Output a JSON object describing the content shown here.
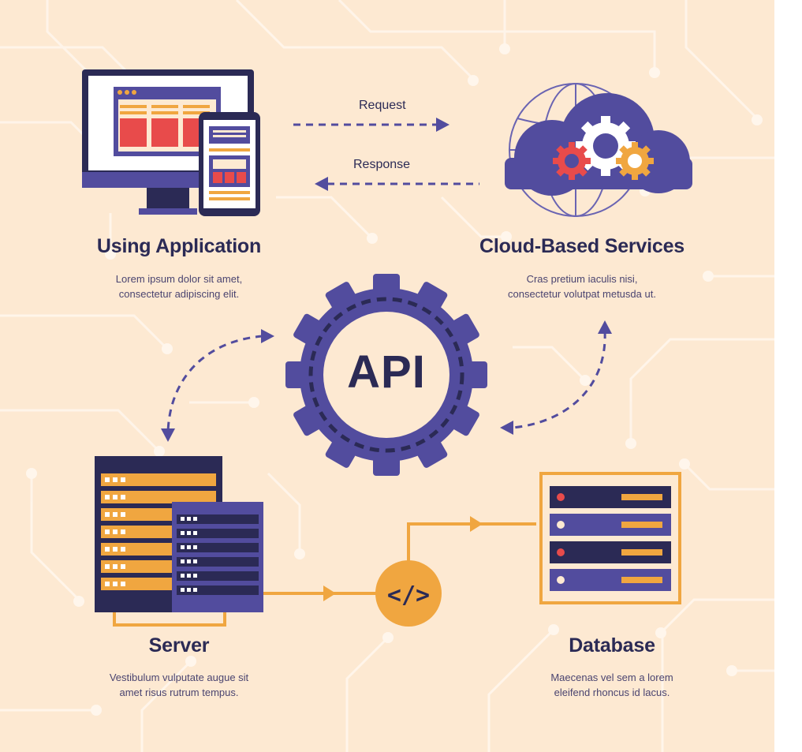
{
  "arrows": {
    "request": "Request",
    "response": "Response"
  },
  "center": {
    "label": "API",
    "code_symbol": "</>"
  },
  "nodes": {
    "app": {
      "title": "Using Application",
      "desc1": "Lorem ipsum dolor sit amet,",
      "desc2": "consectetur adipiscing elit."
    },
    "cloud": {
      "title": "Cloud-Based Services",
      "desc1": "Cras pretium iaculis nisi,",
      "desc2": "consectetur volutpat metusda ut."
    },
    "server": {
      "title": "Server",
      "desc1": "Vestibulum vulputate augue sit",
      "desc2": "amet risus rutrum tempus."
    },
    "database": {
      "title": "Database",
      "desc1": "Maecenas vel sem a lorem",
      "desc2": "eleifend rhoncus id lacus."
    }
  },
  "colors": {
    "background": "#fde9d2",
    "circuit": "#fff7ee",
    "navy": "#2b2a55",
    "purple": "#524c9e",
    "orange": "#f0a640",
    "red": "#e84b4b"
  }
}
